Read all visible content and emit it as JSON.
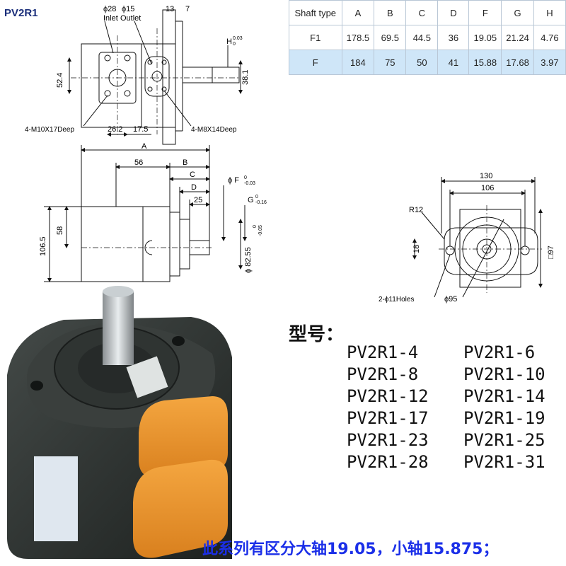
{
  "title": "PV2R1",
  "table": {
    "headers": [
      "Shaft type",
      "A",
      "B",
      "C",
      "D",
      "F",
      "G",
      "H"
    ],
    "rows": [
      [
        "F1",
        "178.5",
        "69.5",
        "44.5",
        "36",
        "19.05",
        "21.24",
        "4.76"
      ],
      [
        "F",
        "184",
        "75",
        "50",
        "41",
        "15.88",
        "17.68",
        "3.97"
      ]
    ]
  },
  "top_drawing": {
    "inlet_dia": "ϕ28",
    "inlet_label": "Inlet",
    "outlet_dia": "ϕ15",
    "outlet_label": "Outlet",
    "dim_13": "13",
    "dim_7": "7",
    "dim_H": "H",
    "h_tol_upper": "0.03",
    "h_tol_lower": "0",
    "dim_52_4": "52.4",
    "dim_38_1": "38.1",
    "dim_26_2": "26.2",
    "dim_17_5": "17.5",
    "thread_inlet": "4-M10X17Deep",
    "thread_outlet": "4-M8X14Deep"
  },
  "side_drawing": {
    "dim_A": "A",
    "dim_56": "56",
    "dim_B": "B",
    "dim_C": "C",
    "dim_D": "D",
    "dim_25": "25",
    "dim_F": "ϕ F",
    "f_tol_upper": "0",
    "f_tol_lower": "-0.03",
    "dim_G": "G",
    "g_tol_upper": "0",
    "g_tol_lower": "-0.16",
    "dim_106_5": "106.5",
    "dim_58": "58",
    "dim_82_55": "ϕ 82.55",
    "d82_tol": "-0.05",
    "d82_tol_upper": "0"
  },
  "front_drawing": {
    "dim_130": "130",
    "dim_106": "106",
    "dim_R12": "R12",
    "dim_18": "18",
    "dim_97": "□97",
    "holes": "2-ϕ11Holes",
    "dim_95": "ϕ95"
  },
  "models_title": "型号：",
  "models": [
    "PV2R1-4",
    "PV2R1-6",
    "PV2R1-8",
    "PV2R1-10",
    "PV2R1-12",
    "PV2R1-14",
    "PV2R1-17",
    "PV2R1-19",
    "PV2R1-23",
    "PV2R1-25",
    "PV2R1-28",
    "PV2R1-31"
  ],
  "note": "此系列有区分大轴19.05，小轴15.875；",
  "colors": {
    "title": "#1a2e7a",
    "highlight_row": "#cfe6f8",
    "note": "#1b2fe8",
    "pump_body": "#2b2f2e",
    "cover": "#e8902a"
  }
}
